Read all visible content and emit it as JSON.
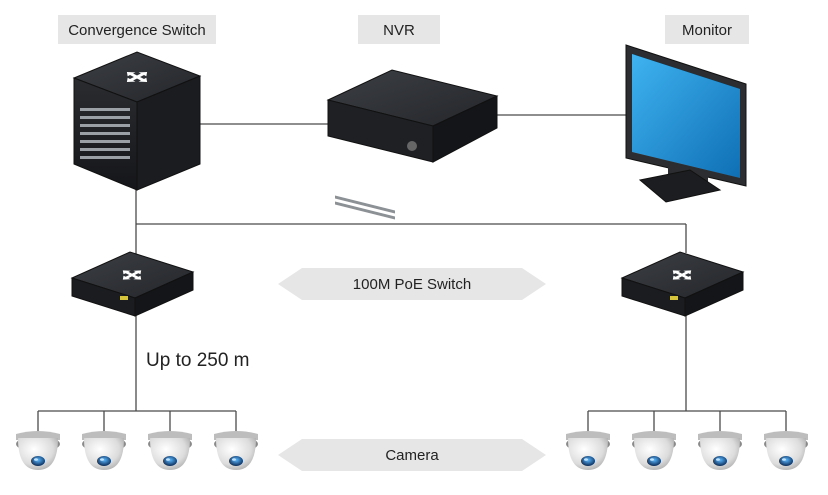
{
  "labels": {
    "convergence_switch": "Convergence Switch",
    "nvr": "NVR",
    "monitor": "Monitor",
    "poe_switch": "100M PoE Switch",
    "distance": "Up to 250 m",
    "camera": "Camera"
  },
  "colors": {
    "label_tag": "#e6e6e6",
    "arrow_fill": "#e6e6e6",
    "device_dark": "#2b2d30",
    "screen_blue": "#1e8fd6",
    "wire": "#4a4a4a"
  },
  "icons": {
    "switch_top": "four-way-arrows-icon",
    "camera": "dome-camera-icon"
  }
}
